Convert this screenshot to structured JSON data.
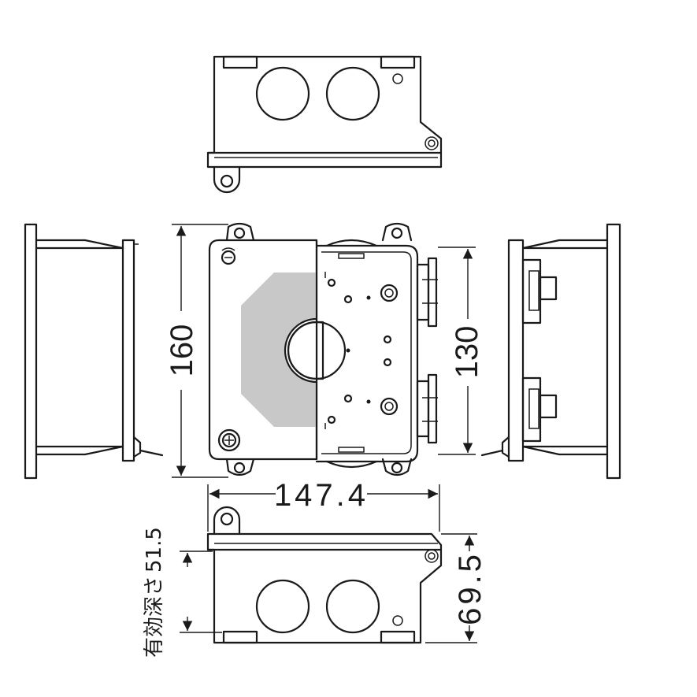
{
  "dimensions": {
    "height_outer": "160",
    "height_inner": "130",
    "width": "147.4",
    "depth_total": "69.5",
    "effective_depth_label": "有効深さ",
    "effective_depth_value": "51.5"
  },
  "colors": {
    "line": "#1a1a1a",
    "cover_shade": "#c8c8c8",
    "background": "#ffffff"
  }
}
